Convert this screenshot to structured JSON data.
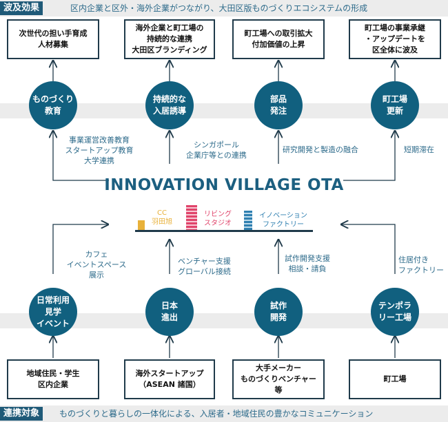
{
  "top": {
    "tag": "波及効果",
    "caption": "区内企業と区外・海外企業がつながり、大田区版ものづくりエコシステムの形成",
    "boxes": [
      "次世代の担い手育成\n人材募集",
      "海外企業と町工場の\n持続的な連携\n大田区ブランディング",
      "町工場への取引拡大\n付加価値の上昇",
      "町工場の事業承継\n・アップデートを\n区全体に波及"
    ],
    "circles": [
      "ものづくり\n教育",
      "持続的な\n入居誘導",
      "部品\n発注",
      "町工場\n更新"
    ],
    "labels": [
      "事業運営改善教育\nスタートアップ教育\n大学連携",
      "シンガポール\n企業庁等との連携",
      "研究開発と製造の融合",
      "短期滞在"
    ]
  },
  "center": {
    "title": "INNOVATION VILLAGE OTA",
    "facilities": [
      "CC\n羽田旭",
      "リビング\nスタジオ",
      "イノベーション\nファクトリー"
    ],
    "colors": {
      "cc": "#e8b13a",
      "living": "#e0436a",
      "innovation": "#2e7fb0",
      "ground": "#1f3a4a"
    }
  },
  "bottom": {
    "tag": "連携対象",
    "caption": "ものづくりと暮らしの一体化による、入居者・地域住民の豊かなコミュニケーション",
    "boxes": [
      "地域住民・学生\n区内企業",
      "海外スタートアップ\n（ASEAN 諸国）",
      "大手メーカー\nものづくりベンチャー\n等",
      "町工場"
    ],
    "circles": [
      "日常利用\n見学\nイベント",
      "日本\n進出",
      "試作\n開発",
      "テンポラ\nリー工場"
    ],
    "labels": [
      "カフェ\nイベントスペース\n展示",
      "ベンチャー支援\nグローバル接続",
      "試作開発支援\n相談・請負",
      "住居付き\nファクトリー"
    ]
  }
}
